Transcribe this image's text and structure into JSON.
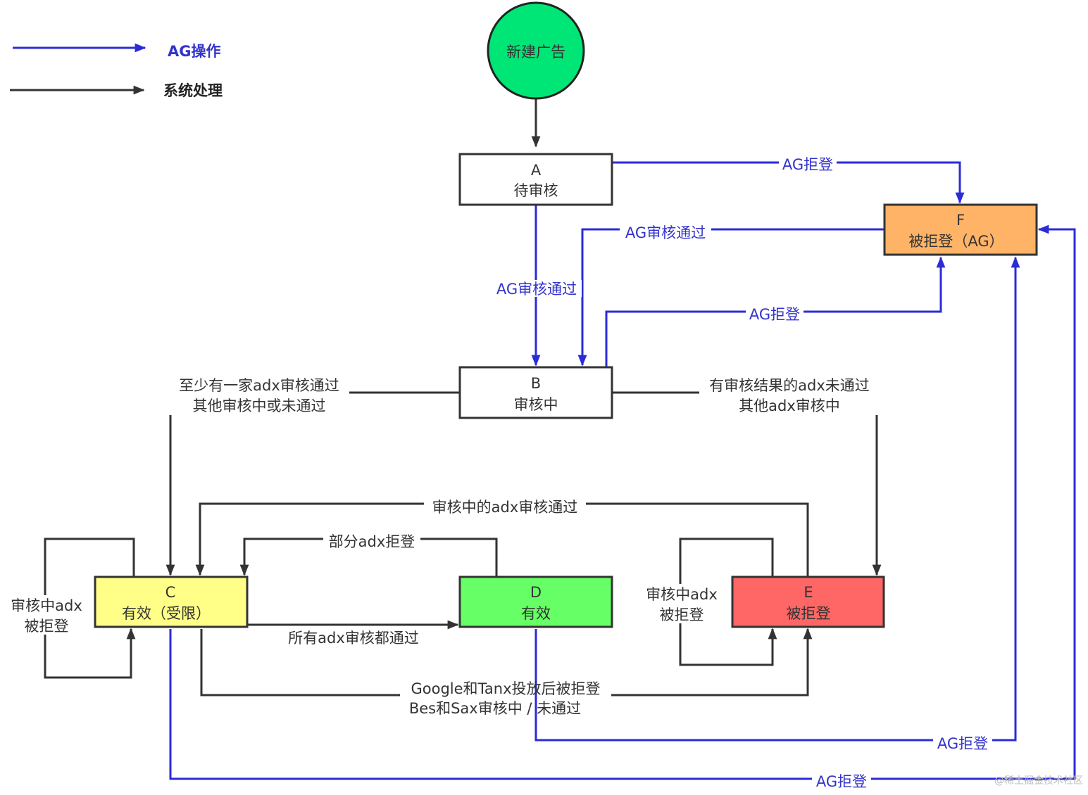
{
  "legend": {
    "ag_operation": "AG操作",
    "system_processing": "系统处理"
  },
  "nodes": {
    "start": {
      "label": "新建广告",
      "color": "#00e676"
    },
    "A": {
      "letter": "A",
      "label": "待审核",
      "color": "#ffffff"
    },
    "B": {
      "letter": "B",
      "label": "审核中",
      "color": "#ffffff"
    },
    "C": {
      "letter": "C",
      "label": "有效（受限）",
      "color": "#ffff88"
    },
    "D": {
      "letter": "D",
      "label": "有效",
      "color": "#66ff66"
    },
    "E": {
      "letter": "E",
      "label": "被拒登",
      "color": "#ff6666"
    },
    "F": {
      "letter": "F",
      "label": "被拒登（AG）",
      "color": "#ffb366"
    }
  },
  "edges": {
    "a_to_f": "AG拒登",
    "f_to_b": "AG审核通过",
    "a_to_b": "AG审核通过",
    "b_to_f": "AG拒登",
    "b_to_c_line1": "至少有一家adx审核通过",
    "b_to_c_line2": "其他审核中或未通过",
    "b_to_e_line1": "有审核结果的adx未通过",
    "b_to_e_line2": "其他adx审核中",
    "e_to_c": "审核中的adx审核通过",
    "d_to_c": "部分adx拒登",
    "c_to_d": "所有adx审核都通过",
    "c_self_line1": "审核中adx",
    "c_self_line2": "被拒登",
    "e_self_line1": "审核中adx",
    "e_self_line2": "被拒登",
    "c_to_e_line1": "Google和Tanx投放后被拒登",
    "c_to_e_line2": "Bes和Sax审核中 / 未通过",
    "d_to_f": "AG拒登",
    "c_to_f": "AG拒登"
  },
  "colors": {
    "ag_arrow": "#2b2bd8",
    "system_arrow": "#333333"
  },
  "watermark": "@稀土掘金技术社区"
}
